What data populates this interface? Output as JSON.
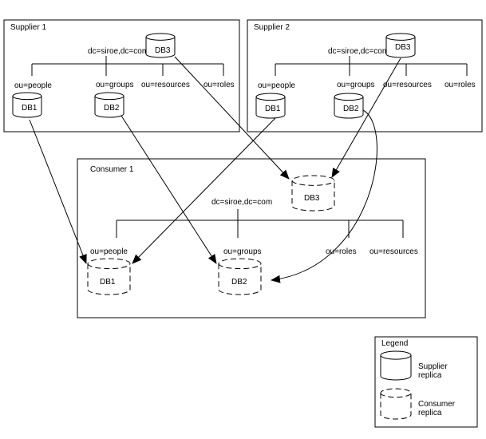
{
  "supplier1": {
    "title": "Supplier 1",
    "root": "dc=siroe,dc=com",
    "db3": "DB3",
    "db1": "DB1",
    "db2": "DB2",
    "ous": [
      "ou=people",
      "ou=groups",
      "ou=resources",
      "ou=roles"
    ]
  },
  "supplier2": {
    "title": "Supplier 2",
    "root": "dc=siroe,dc=com",
    "db3": "DB3",
    "db1": "DB1",
    "db2": "DB2",
    "ous": [
      "ou=people",
      "ou=groups",
      "ou=resources",
      "ou=roles"
    ]
  },
  "consumer1": {
    "title": "Consumer 1",
    "root": "dc=siroe,dc=com",
    "db3": "DB3",
    "db1": "DB1",
    "db2": "DB2",
    "ous": [
      "ou=people",
      "ou=groups",
      "ou=roles",
      "ou=resources"
    ]
  },
  "legend": {
    "title": "Legend",
    "supplier": [
      "Supplier",
      "replica"
    ],
    "consumer": [
      "Consumer",
      "replica"
    ]
  }
}
